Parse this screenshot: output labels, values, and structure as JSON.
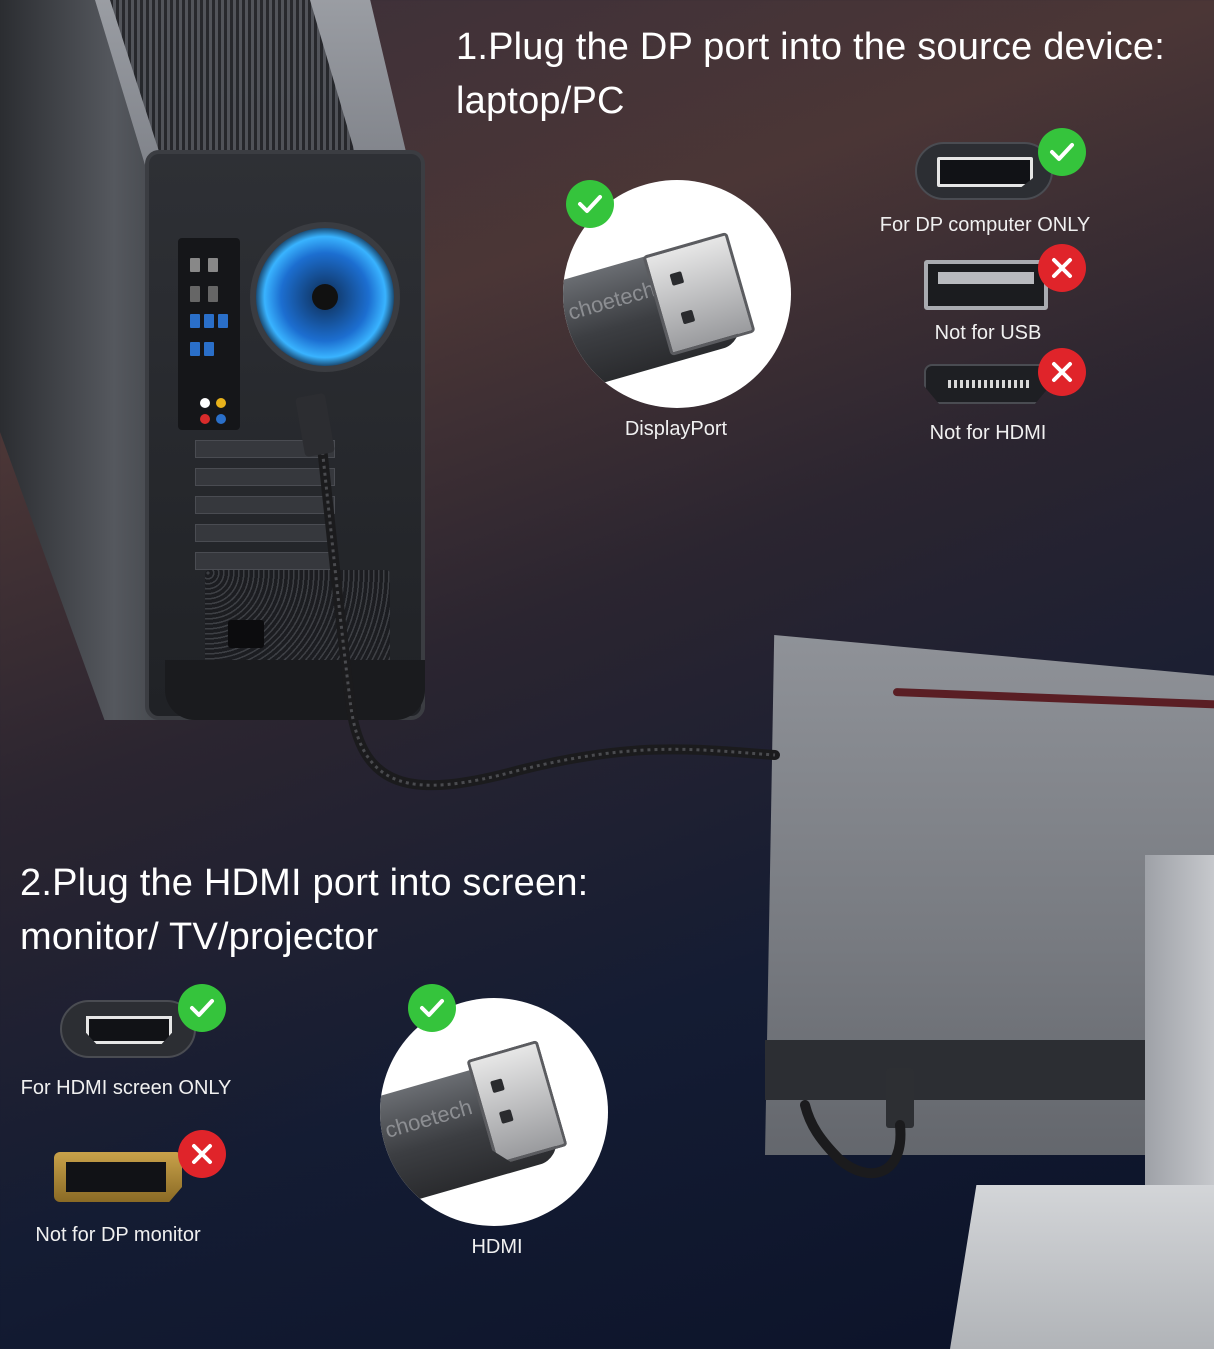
{
  "step1": {
    "line1": "1.Plug the DP port into the source device:",
    "line2": "laptop/PC"
  },
  "step2": {
    "line1": "2.Plug the HDMI port into screen:",
    "line2": "monitor/ TV/projector"
  },
  "connectors": {
    "displayport_label": "DisplayPort",
    "hdmi_label": "HDMI",
    "plug_brand": "choetech"
  },
  "source_ports": [
    {
      "label": "For DP computer ONLY",
      "status": "check"
    },
    {
      "label": "Not for USB",
      "status": "cross"
    },
    {
      "label": "Not for HDMI",
      "status": "cross"
    }
  ],
  "screen_ports": [
    {
      "label": "For HDMI screen ONLY",
      "status": "check"
    },
    {
      "label": "Not for DP monitor",
      "status": "cross"
    }
  ],
  "colors": {
    "check": "#35c43c",
    "cross": "#e0242a",
    "fan_accent": "#39b3ff"
  }
}
